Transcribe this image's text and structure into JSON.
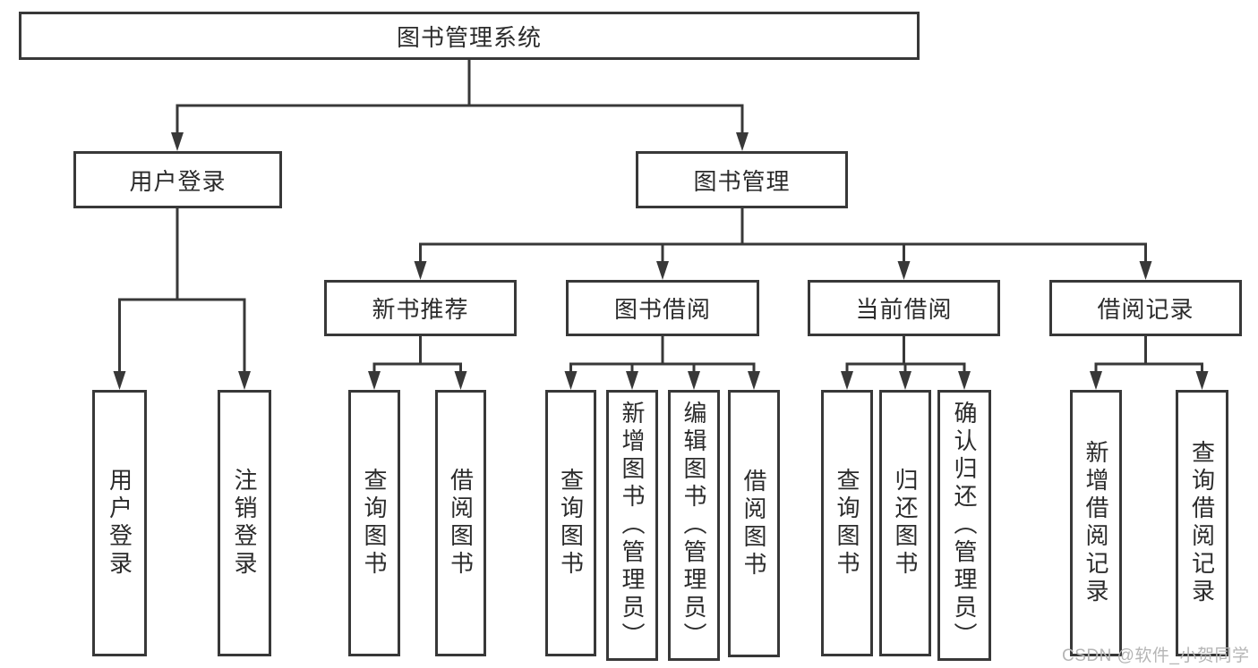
{
  "diagram": {
    "root_label": "图书管理系统",
    "branches": [
      {
        "label": "用户登录",
        "children": [
          "用户登录",
          "注销登录"
        ]
      },
      {
        "label": "图书管理",
        "children": [
          {
            "label": "新书推荐",
            "children": [
              "查询图书",
              "借阅图书"
            ]
          },
          {
            "label": "图书借阅",
            "children": [
              "查询图书",
              "新增图书（管理员）",
              "编辑图书（管理员）",
              "借阅图书"
            ]
          },
          {
            "label": "当前借阅",
            "children": [
              "查询图书",
              "归还图书",
              "确认归还（管理员）"
            ]
          },
          {
            "label": "借阅记录",
            "children": [
              "新增借阅记录",
              "查询借阅记录"
            ]
          }
        ]
      }
    ],
    "colors": {
      "line": "#383838",
      "text": "#2b2b2b",
      "box_background": "#ffffff",
      "watermark": "#b5b5b5"
    }
  },
  "watermark": "CSDN @软件_小贺同学"
}
